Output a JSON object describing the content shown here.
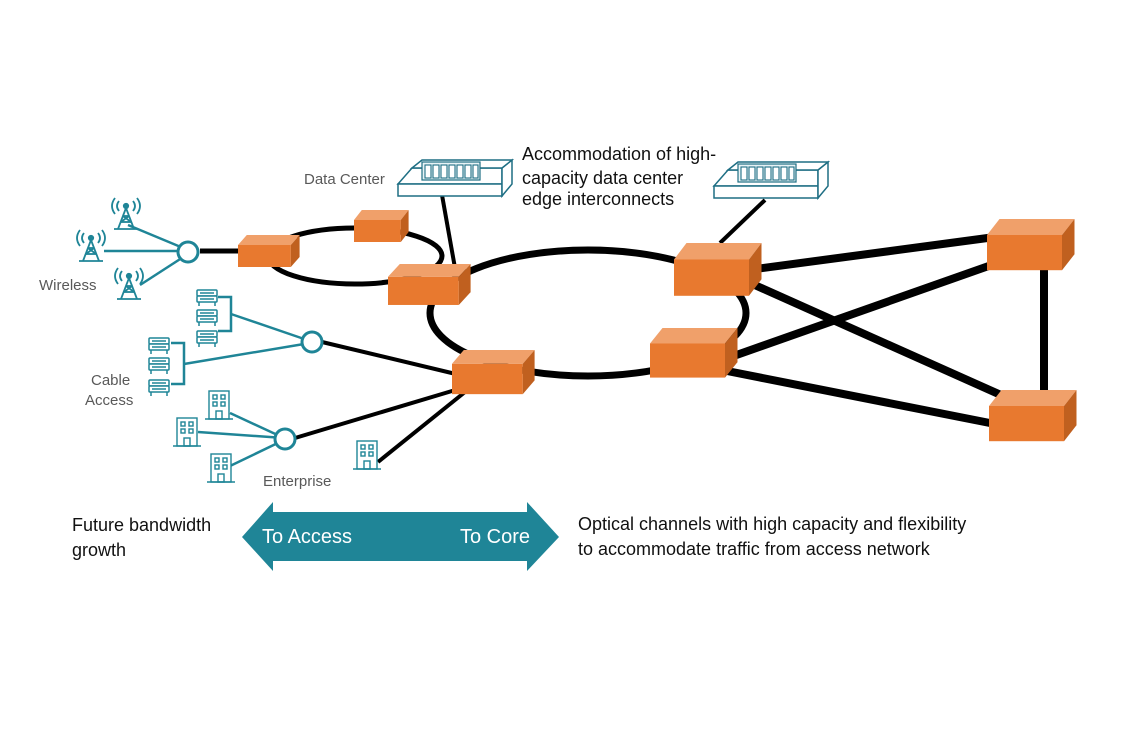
{
  "labels": {
    "data_center": "Data Center",
    "wireless": "Wireless",
    "cable_line1": "Cable",
    "cable_line2": "Access",
    "enterprise": "Enterprise",
    "dc_note_line1": "Accommodation of high-",
    "dc_note_line2": "capacity data center",
    "dc_note_line3": "edge interconnects",
    "future_line1": "Future bandwidth",
    "future_line2": "growth",
    "optical_line1": "Optical channels with high capacity and flexibility",
    "optical_line2": "to accommodate traffic from access network"
  },
  "arrow": {
    "left_label": "To Access",
    "right_label": "To Core",
    "color": "#1f8597"
  },
  "colors": {
    "switch_front": "#e8792f",
    "switch_top": "#f0a06a",
    "switch_side": "#c0601f",
    "access_teal": "#1f8597",
    "link": "#000000"
  },
  "icons": {
    "switch": "router-switch-icon",
    "data_center_rack": "server-rack-icon",
    "wireless": "cell-tower-icon",
    "cable": "cable-modem-icon",
    "enterprise": "office-building-icon"
  }
}
